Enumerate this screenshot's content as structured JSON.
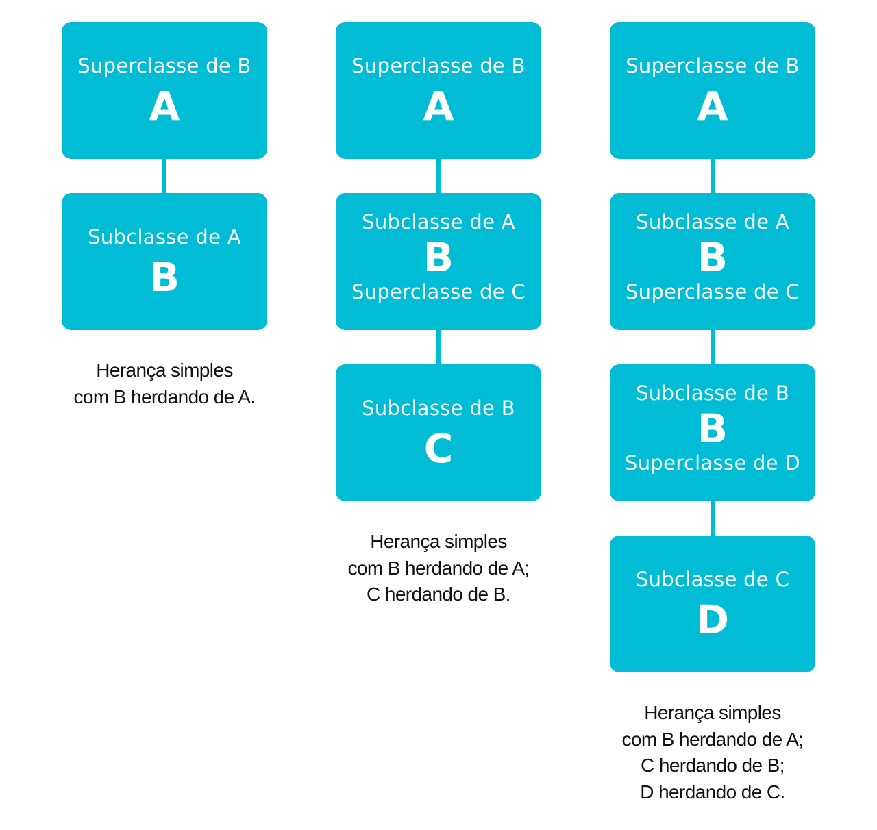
{
  "columns": [
    {
      "boxes": [
        {
          "top": "Superclasse de B",
          "letter": "A",
          "bottom": ""
        },
        {
          "top": "Subclasse de A",
          "letter": "B",
          "bottom": ""
        }
      ],
      "caption": [
        "Herança simples",
        "com B herdando de A."
      ]
    },
    {
      "boxes": [
        {
          "top": "Superclasse de B",
          "letter": "A",
          "bottom": ""
        },
        {
          "top": "Subclasse de A",
          "letter": "B",
          "bottom": "Superclasse de C"
        },
        {
          "top": "Subclasse de B",
          "letter": "C",
          "bottom": ""
        }
      ],
      "caption": [
        "Herança simples",
        "com B herdando de A;",
        "C herdando de B."
      ]
    },
    {
      "boxes": [
        {
          "top": "Superclasse de B",
          "letter": "A",
          "bottom": ""
        },
        {
          "top": "Subclasse de A",
          "letter": "B",
          "bottom": "Superclasse de C"
        },
        {
          "top": "Subclasse de B",
          "letter": "B",
          "bottom": "Superclasse de D"
        },
        {
          "top": "Subclasse de C",
          "letter": "D",
          "bottom": ""
        }
      ],
      "caption": [
        "Herança simples",
        "com B herdando de A;",
        "C herdando de B;",
        "D herdando de C."
      ]
    }
  ],
  "colors": {
    "box_fill": "#00bcd4",
    "box_text": "#ffffff",
    "caption_text": "#111111"
  }
}
